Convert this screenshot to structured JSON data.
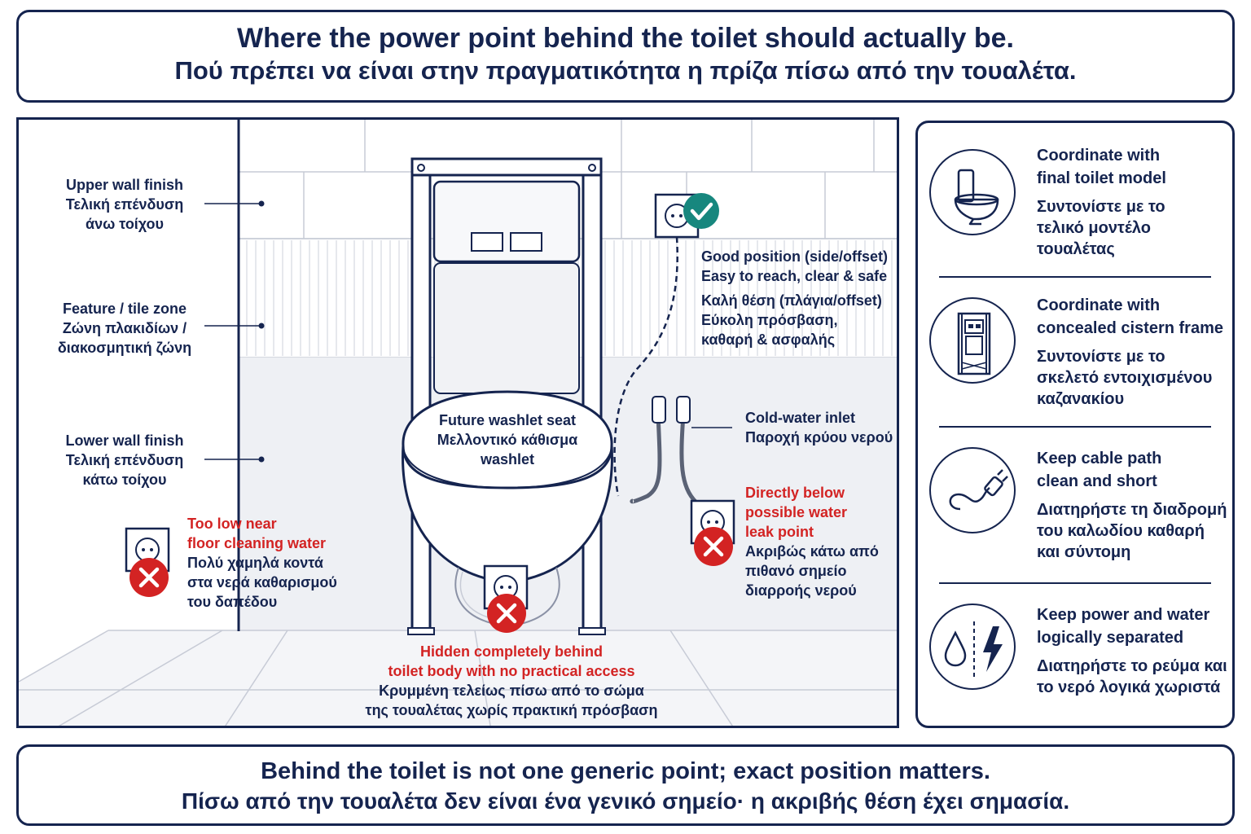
{
  "header": {
    "title_en": "Where the power point behind the toilet should actually be.",
    "title_gr": "Πού πρέπει να είναι στην πραγματικότητα η πρίζα πίσω από την τουαλέτα."
  },
  "wall_zones": {
    "upper": [
      "Upper wall finish",
      "Τελική επένδυση",
      "άνω τοίχου"
    ],
    "feature": [
      "Feature / tile zone",
      "Ζώνη πλακιδίων /",
      "διακοσμητική ζώνη"
    ],
    "lower": [
      "Lower wall finish",
      "Τελική επένδυση",
      "κάτω τοίχου"
    ]
  },
  "seat_label": [
    "Future washlet seat",
    "Μελλοντικό κάθισμα",
    "washlet"
  ],
  "positions": {
    "good": {
      "en": [
        "Good position (side/offset)",
        "Easy to reach, clear & safe"
      ],
      "gr": [
        "Καλή θέση (πλάγια/offset)",
        "Εύκολη πρόσβαση,",
        "καθαρή & ασφαλής"
      ]
    },
    "too_low": {
      "en": [
        "Too low near",
        "floor cleaning water"
      ],
      "gr": [
        "Πολύ χαμηλά κοντά",
        "στα νερά καθαρισμού",
        "του δαπέδου"
      ]
    },
    "below_water": {
      "en": [
        "Directly below",
        "possible water",
        "leak point"
      ],
      "gr": [
        "Ακριβώς κάτω από",
        "πιθανό σημείο",
        "διαρροής νερού"
      ]
    },
    "hidden": {
      "en": [
        "Hidden completely behind",
        "toilet body with no practical access"
      ],
      "gr": [
        "Κρυμμένη τελείως πίσω από το σώμα",
        "της τουαλέτας χωρίς πρακτική πρόσβαση"
      ]
    }
  },
  "water_inlet": [
    "Cold-water inlet",
    "Παροχή κρύου νερού"
  ],
  "tips": [
    {
      "icon": "toilet-icon",
      "en": [
        "Coordinate with",
        "final toilet model"
      ],
      "gr": [
        "Συντονίστε με το",
        "τελικό μοντέλο",
        "τουαλέτας"
      ]
    },
    {
      "icon": "cistern-frame-icon",
      "en": [
        "Coordinate with",
        "concealed cistern frame"
      ],
      "gr": [
        "Συντονίστε με το",
        "σκελετό εντοιχισμένου",
        "καζανακίου"
      ]
    },
    {
      "icon": "plug-cable-icon",
      "en": [
        "Keep cable path",
        "clean and short"
      ],
      "gr": [
        "Διατηρήστε τη διαδρομή",
        "του καλωδίου καθαρή",
        "και σύντομη"
      ]
    },
    {
      "icon": "water-power-icon",
      "en": [
        "Keep power and water",
        "logically separated"
      ],
      "gr": [
        "Διατηρήστε το ρεύμα και",
        "το νερό λογικά χωριστά"
      ]
    }
  ],
  "footer": {
    "en": "Behind the toilet is not one generic point; exact position matters.",
    "gr": "Πίσω από την τουαλέτα δεν είναι ένα γενικό σημείο· η ακριβής θέση έχει σημασία."
  },
  "colors": {
    "navy": "#15244f",
    "bad_red": "#d32323",
    "good_teal": "#17877e"
  }
}
